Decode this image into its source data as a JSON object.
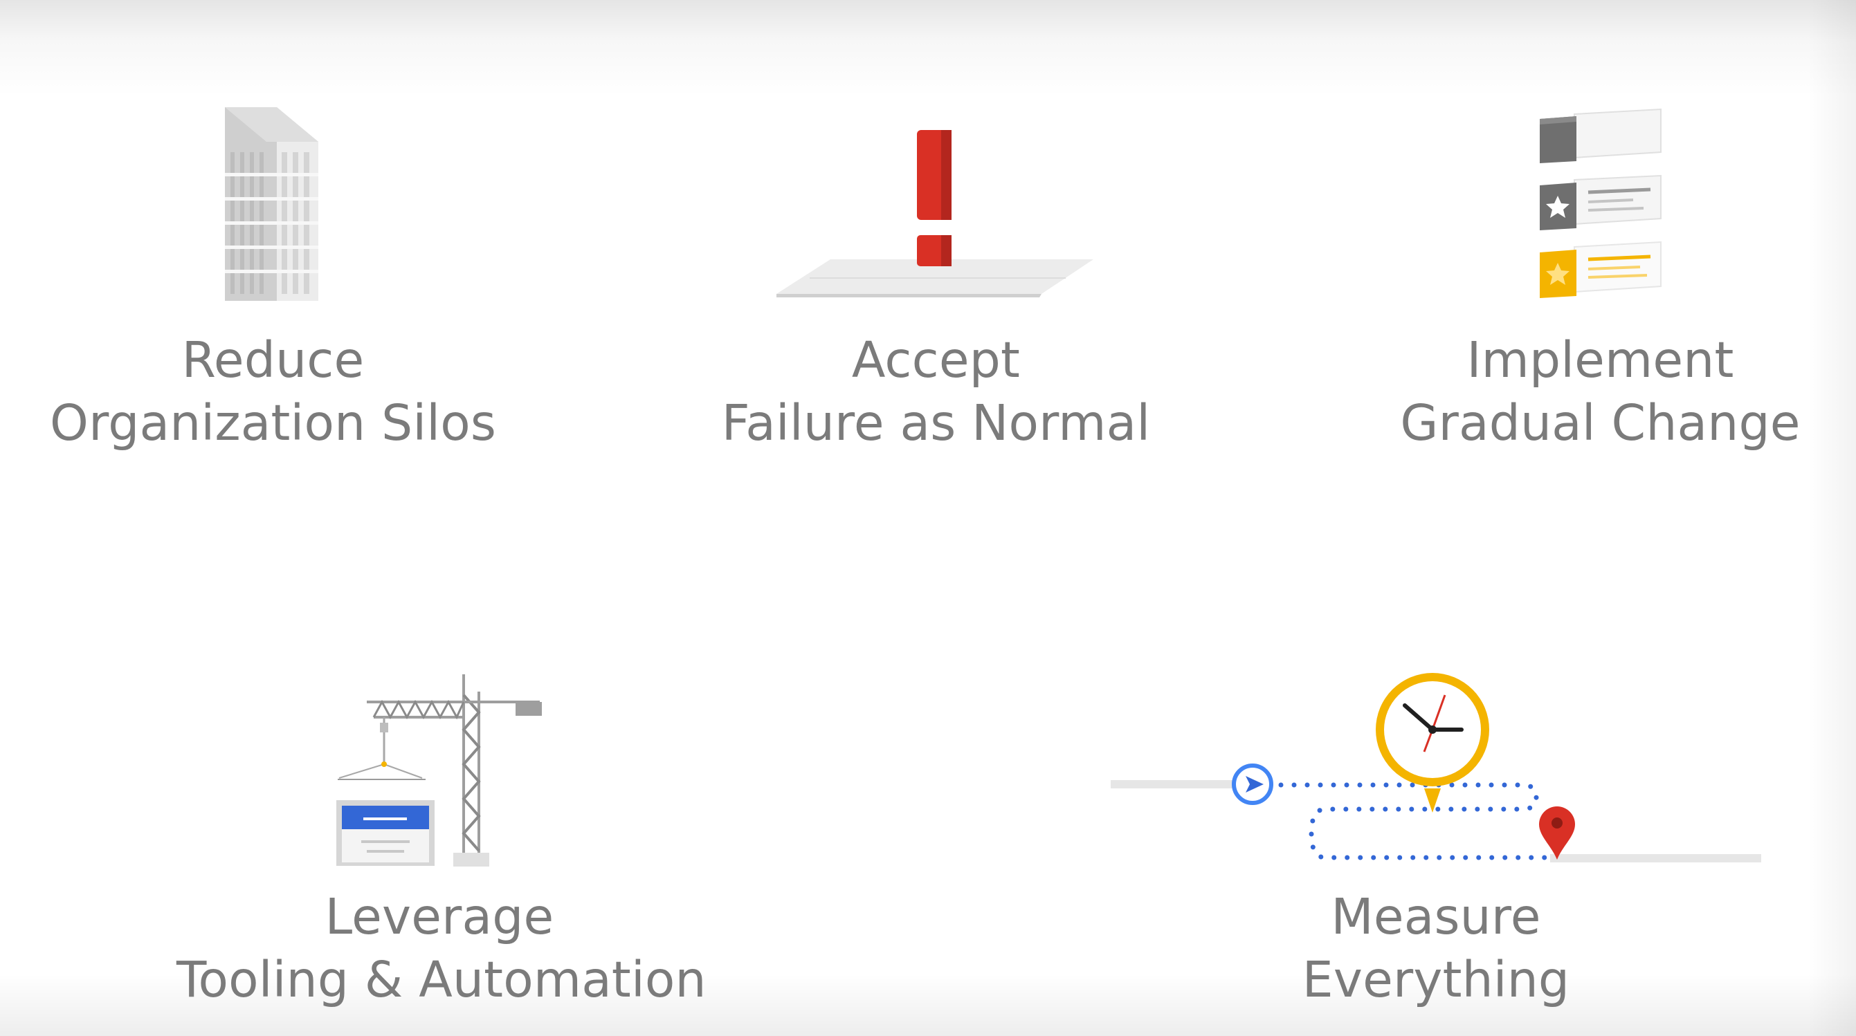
{
  "principles": [
    {
      "id": "silos",
      "line1": "Reduce",
      "line2": "Organization Silos",
      "icon": "building-icon"
    },
    {
      "id": "failure",
      "line1": "Accept",
      "line2": "Failure as Normal",
      "icon": "exclamation-icon"
    },
    {
      "id": "gradual",
      "line1": "Implement",
      "line2": "Gradual Change",
      "icon": "stacked-cards-icon"
    },
    {
      "id": "tooling",
      "line1": "Leverage",
      "line2": "Tooling & Automation",
      "icon": "crane-icon"
    },
    {
      "id": "measure",
      "line1": "Measure",
      "line2": "Everything",
      "icon": "clock-route-icon"
    }
  ],
  "colors": {
    "caption_text": "#7b7b7b",
    "alert_red": "#d93025",
    "google_blue": "#4285f4",
    "google_yellow": "#f4b400",
    "icon_gray": "#9e9e9e"
  }
}
